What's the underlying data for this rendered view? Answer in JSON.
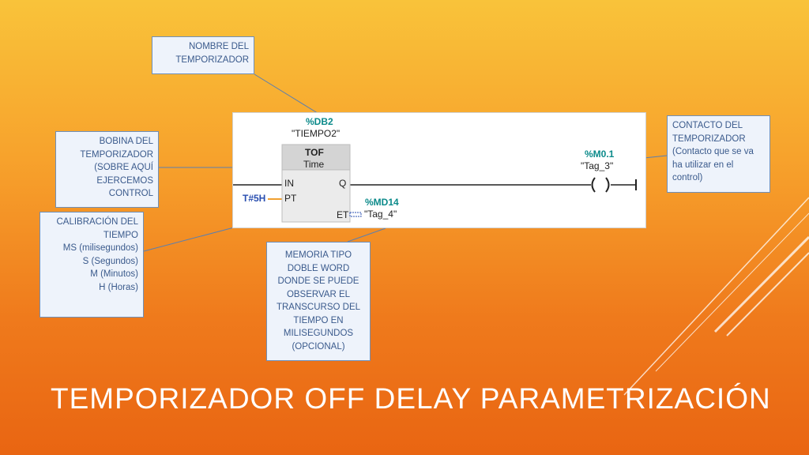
{
  "callouts": {
    "nombre": [
      "NOMBRE DEL",
      "TEMPORIZADOR"
    ],
    "bobina": [
      "BOBINA DEL",
      "TEMPORIZADOR",
      "(SOBRE AQUÍ",
      "EJERCEMOS",
      "CONTROL"
    ],
    "calibracion": [
      "CALIBRACIÓN DEL",
      "TIEMPO",
      "MS (milisegundos)",
      "S (Segundos)",
      "M (Minutos)",
      "H (Horas)"
    ],
    "memoria": [
      "MEMORIA TIPO",
      "DOBLE WORD",
      "DONDE SE PUEDE",
      "OBSERVAR EL",
      "TRANSCURSO DEL",
      "TIEMPO EN",
      "MILISEGUNDOS",
      "(OPCIONAL)"
    ],
    "contacto": [
      "CONTACTO DEL",
      "TEMPORIZADOR",
      "(Contacto que se va",
      "ha utilizar en el",
      "control)"
    ]
  },
  "ladder": {
    "block_address": "%DB2",
    "block_name": "\"TIEMPO2\"",
    "block_type": "TOF",
    "block_subtype": "Time",
    "pin_in": "IN",
    "pin_pt": "PT",
    "pin_q": "Q",
    "pin_et": "ET",
    "pt_value": "T#5H",
    "et_address": "%MD14",
    "et_tag": "\"Tag_4\"",
    "coil_address": "%M0.1",
    "coil_tag": "\"Tag_3\""
  },
  "slide_title": "TEMPORIZADOR OFF DELAY PARAMETRIZACIÓN"
}
